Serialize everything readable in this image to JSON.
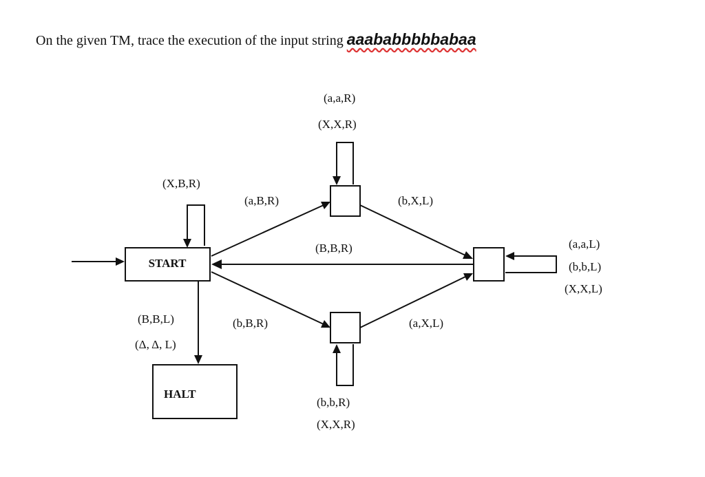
{
  "question": {
    "text": "On the given TM, trace the execution of the input string ",
    "input_string": "aaababbbbbabaa"
  },
  "states": {
    "start": "START",
    "halt": "HALT"
  },
  "labels": {
    "loop_start": "(X,B,R)",
    "start_to_upper": "(a,B,R)",
    "upper_loop_1": "(a,a,R)",
    "upper_loop_2": "(X,X,R)",
    "upper_to_right": "(b,X,L)",
    "right_to_start": "(B,B,R)",
    "right_loop_1": "(a,a,L)",
    "right_loop_2": "(b,b,L)",
    "right_loop_3": "(X,X,L)",
    "start_to_lower": "(b,B,R)",
    "lower_to_right": "(a,X,L)",
    "lower_loop_1": "(b,b,R)",
    "lower_loop_2": "(X,X,R)",
    "start_to_halt_1": "(B,B,L)",
    "start_to_halt_2": "(Δ, Δ, L)"
  }
}
